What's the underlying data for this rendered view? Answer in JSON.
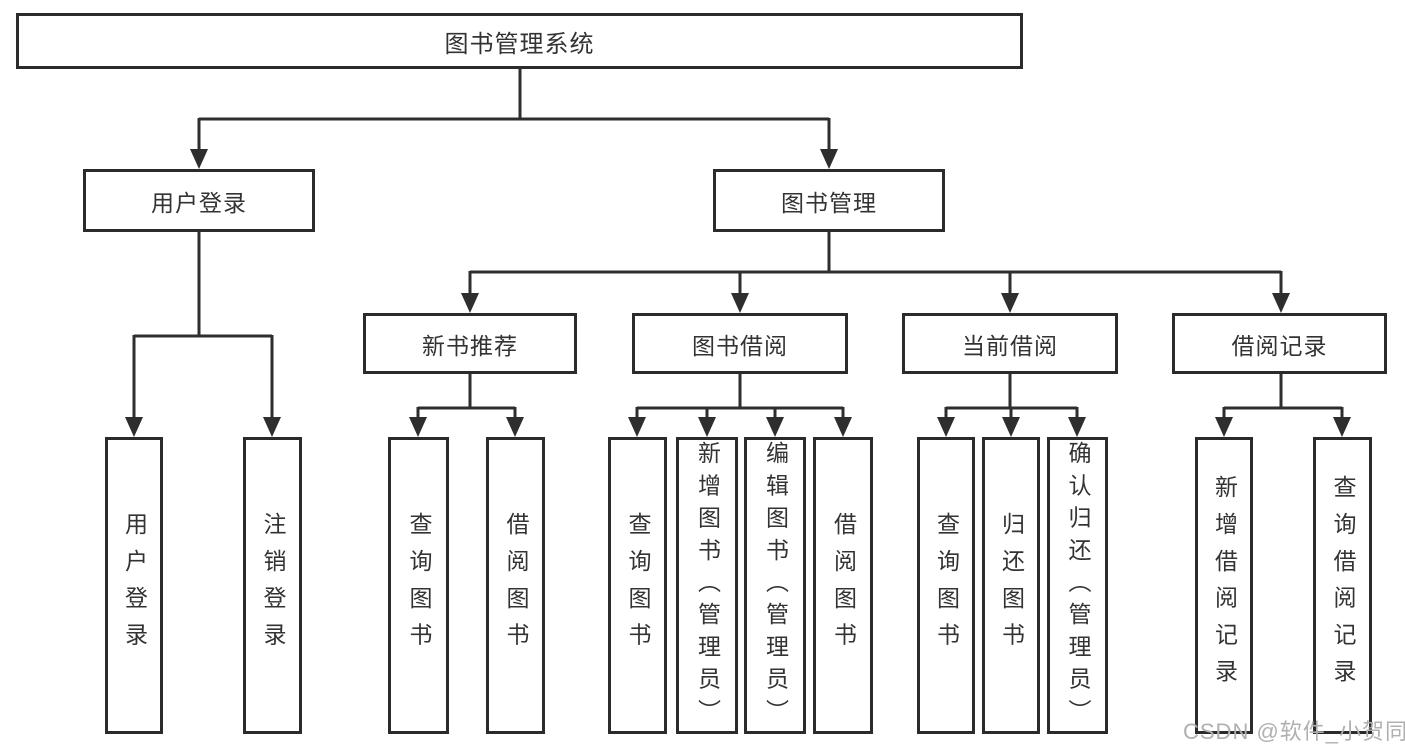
{
  "colors": {
    "background": "#ffffff",
    "box_fill": "#ffffff",
    "box_border": "#2b2b2b",
    "connector_line": "#2e2e2e",
    "text": "#333333",
    "watermark": "#b0b0b0"
  },
  "watermark": {
    "text": "CSDN @软件_小贺同学"
  },
  "tree": {
    "root": {
      "label": "图书管理系统"
    },
    "user_login": {
      "label": "用户登录",
      "children": [
        {
          "label": "用户登录"
        },
        {
          "label": "注销登录"
        }
      ]
    },
    "book_management": {
      "label": "图书管理",
      "sections": [
        {
          "label": "新书推荐",
          "children": [
            {
              "label": "查询图书"
            },
            {
              "label": "借阅图书"
            }
          ]
        },
        {
          "label": "图书借阅",
          "children": [
            {
              "label": "查询图书"
            },
            {
              "label": "新增图书（管理员）"
            },
            {
              "label": "编辑图书（管理员）"
            },
            {
              "label": "借阅图书"
            }
          ]
        },
        {
          "label": "当前借阅",
          "children": [
            {
              "label": "查询图书"
            },
            {
              "label": "归还图书"
            },
            {
              "label": "确认归还（管理员）"
            }
          ]
        },
        {
          "label": "借阅记录",
          "children": [
            {
              "label": "新增借阅记录"
            },
            {
              "label": "查询借阅记录"
            }
          ]
        }
      ]
    }
  }
}
